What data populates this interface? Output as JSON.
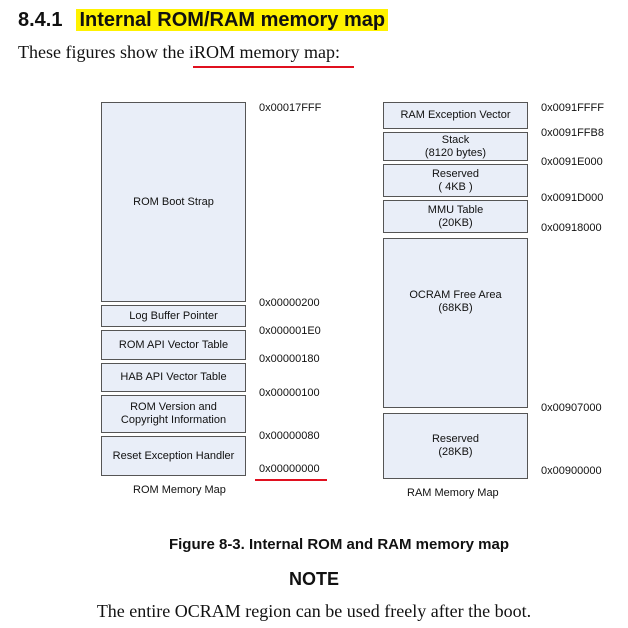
{
  "heading": {
    "number": "8.4.1",
    "title": "Internal ROM/RAM memory map"
  },
  "intro": {
    "prefix": "These figures show the ",
    "link": "iROM memory map",
    "suffix": ":"
  },
  "rom_map": {
    "label": "ROM Memory Map",
    "blocks": [
      "ROM Boot Strap",
      "Log Buffer Pointer",
      "ROM API Vector Table",
      "HAB API Vector Table",
      "ROM Version and\nCopyright Information",
      "Reset Exception Handler"
    ],
    "addresses": [
      "0x00017FFF",
      "0x00000200",
      "0x000001E0",
      "0x00000180",
      "0x00000100",
      "0x00000080",
      "0x00000000"
    ]
  },
  "ram_map": {
    "label": "RAM Memory Map",
    "blocks": [
      "RAM Exception Vector",
      "Stack\n(8120 bytes)",
      "Reserved\n( 4KB )",
      "MMU Table\n(20KB)",
      "OCRAM Free Area\n(68KB)",
      "Reserved\n(28KB)"
    ],
    "addresses": [
      "0x0091FFFF",
      "0x0091FFB8",
      "0x0091E000",
      "0x0091D000",
      "0x00918000",
      "0x00907000",
      "0x00900000"
    ]
  },
  "caption": "Figure 8-3. Internal ROM and RAM memory map",
  "note_title": "NOTE",
  "note_text": "The entire OCRAM region can be used freely after the boot.",
  "colors": {
    "highlight": "#fff200",
    "block_fill": "#e9eef8",
    "underline": "#e0101f"
  }
}
